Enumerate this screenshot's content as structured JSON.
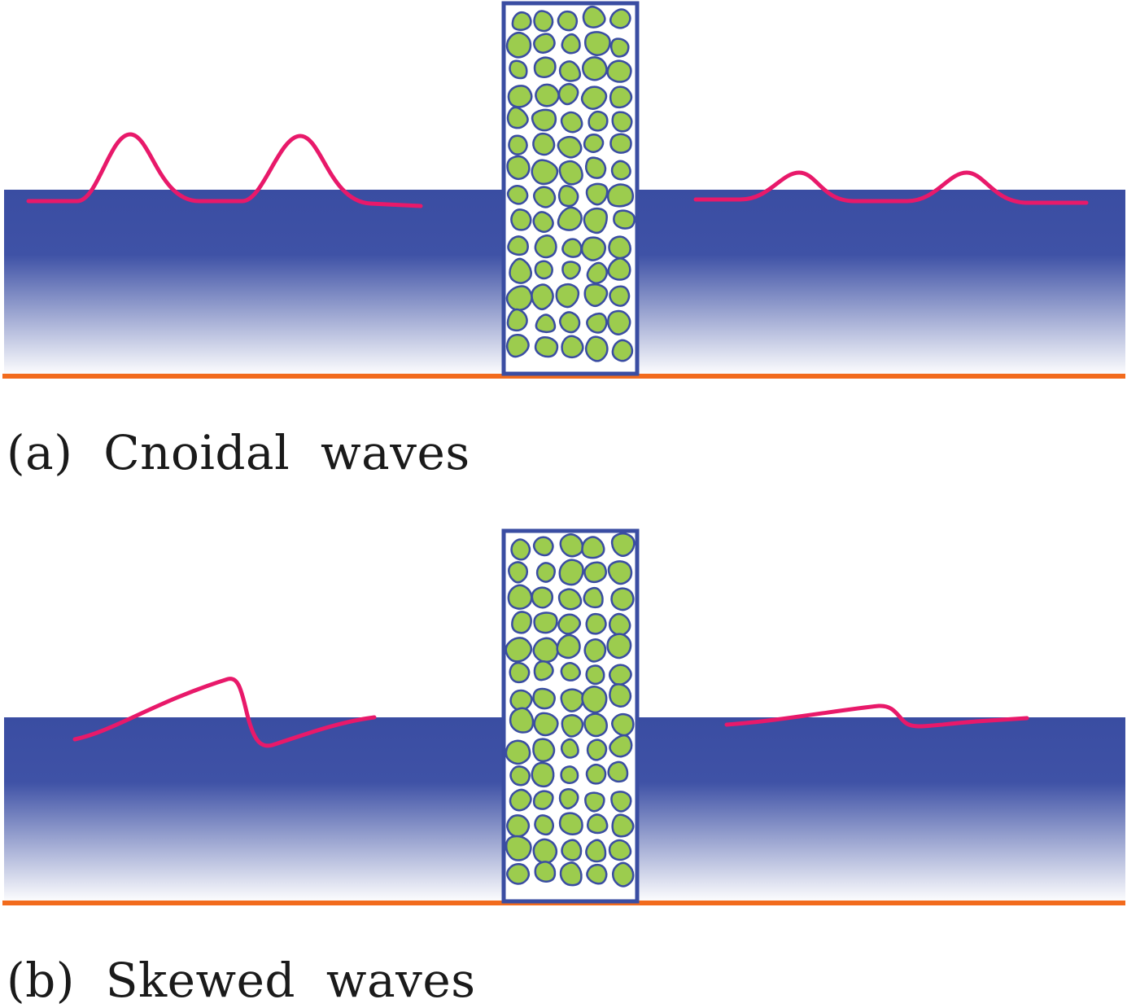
{
  "colors": {
    "water_top": "#3a4da2",
    "water_bottom": "#ffffff",
    "wave_line": "#e8196a",
    "seabed": "#f26b1d",
    "breakwater_frame": "#3a4da2",
    "stone_fill": "#9ccc4e",
    "stone_stroke": "#3a4da2"
  },
  "panels": [
    {
      "id": "a",
      "caption": "(a)  Cnoidal  waves",
      "wave_type": "cnoidal"
    },
    {
      "id": "b",
      "caption": "(b)  Skewed  waves",
      "wave_type": "skewed"
    }
  ]
}
